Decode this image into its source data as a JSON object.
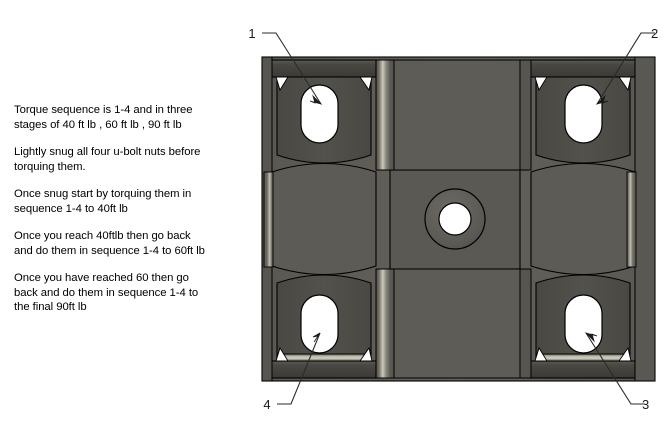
{
  "document": {
    "title": "U-bolt torque sequence diagram",
    "background_color": "#ffffff"
  },
  "instructions": {
    "name": "torque-instructions",
    "paragraphs": [
      "Torque sequence is 1-4 and in three\nstages of 40 ft lb , 60 ft lb , 90 ft lb",
      "Lightly snug all four u-bolt nuts before\ntorquing them.",
      "Once snug start by torquing them in\nsequence 1-4 to 40ft lb",
      "Once you reach 40ftlb then go back\nand do them in sequence 1-4 to 60ft lb",
      "Once you have reached 60 then go\nback and do them in sequence 1-4 to\nthe final 90ft lb"
    ]
  },
  "diagram": {
    "name": "u-bolt-saddle-plate",
    "description": "Front view CAD render of a symmetric u-bolt clamp saddle plate with four oval u-bolt slots and a central bore",
    "callouts": [
      {
        "id": "1",
        "label": "1",
        "position": "top-left",
        "slot": "u-bolt-slot-top-left"
      },
      {
        "id": "2",
        "label": "2",
        "position": "top-right",
        "slot": "u-bolt-slot-top-right"
      },
      {
        "id": "3",
        "label": "3",
        "position": "bottom-right",
        "slot": "u-bolt-slot-bottom-right"
      },
      {
        "id": "4",
        "label": "4",
        "position": "bottom-left",
        "slot": "u-bolt-slot-bottom-left"
      }
    ],
    "features": {
      "center_bore": "center-bore-hole",
      "center_boss": "center-boss-ring",
      "slot_count": 4,
      "chamfer_notch_count": 8
    },
    "colors": {
      "body": "#605e58",
      "body_light": "#6b6962",
      "pocket": "#4e4c47",
      "pocket_dark": "#46443f",
      "cap_bar": "#413f3a",
      "cap_bar_top": "#56544e",
      "edge_highlight": "#c9c5b8",
      "slot_fill": "#ffffff",
      "outline": "#000000",
      "label_text": "#1a1a1a"
    }
  }
}
